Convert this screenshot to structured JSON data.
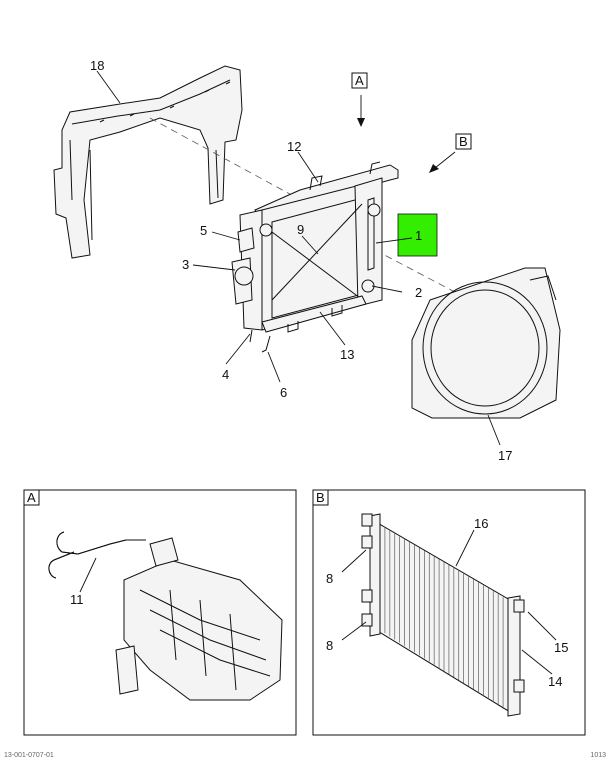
{
  "callouts": {
    "c1": "1",
    "c2": "2",
    "c3": "3",
    "c4": "4",
    "c5": "5",
    "c6": "6",
    "c9": "9",
    "c12": "12",
    "c13": "13",
    "c17": "17",
    "c18": "18",
    "c11": "11",
    "c16": "16",
    "c8a": "8",
    "c8b": "8",
    "c15": "15",
    "c14": "14"
  },
  "view_flags": {
    "a": "A",
    "b": "B"
  },
  "detail_tags": {
    "a": "A",
    "b": "B"
  },
  "highlight_color": "#33ee00",
  "footer": {
    "left": "13-001-0707-01",
    "right": "1013"
  }
}
